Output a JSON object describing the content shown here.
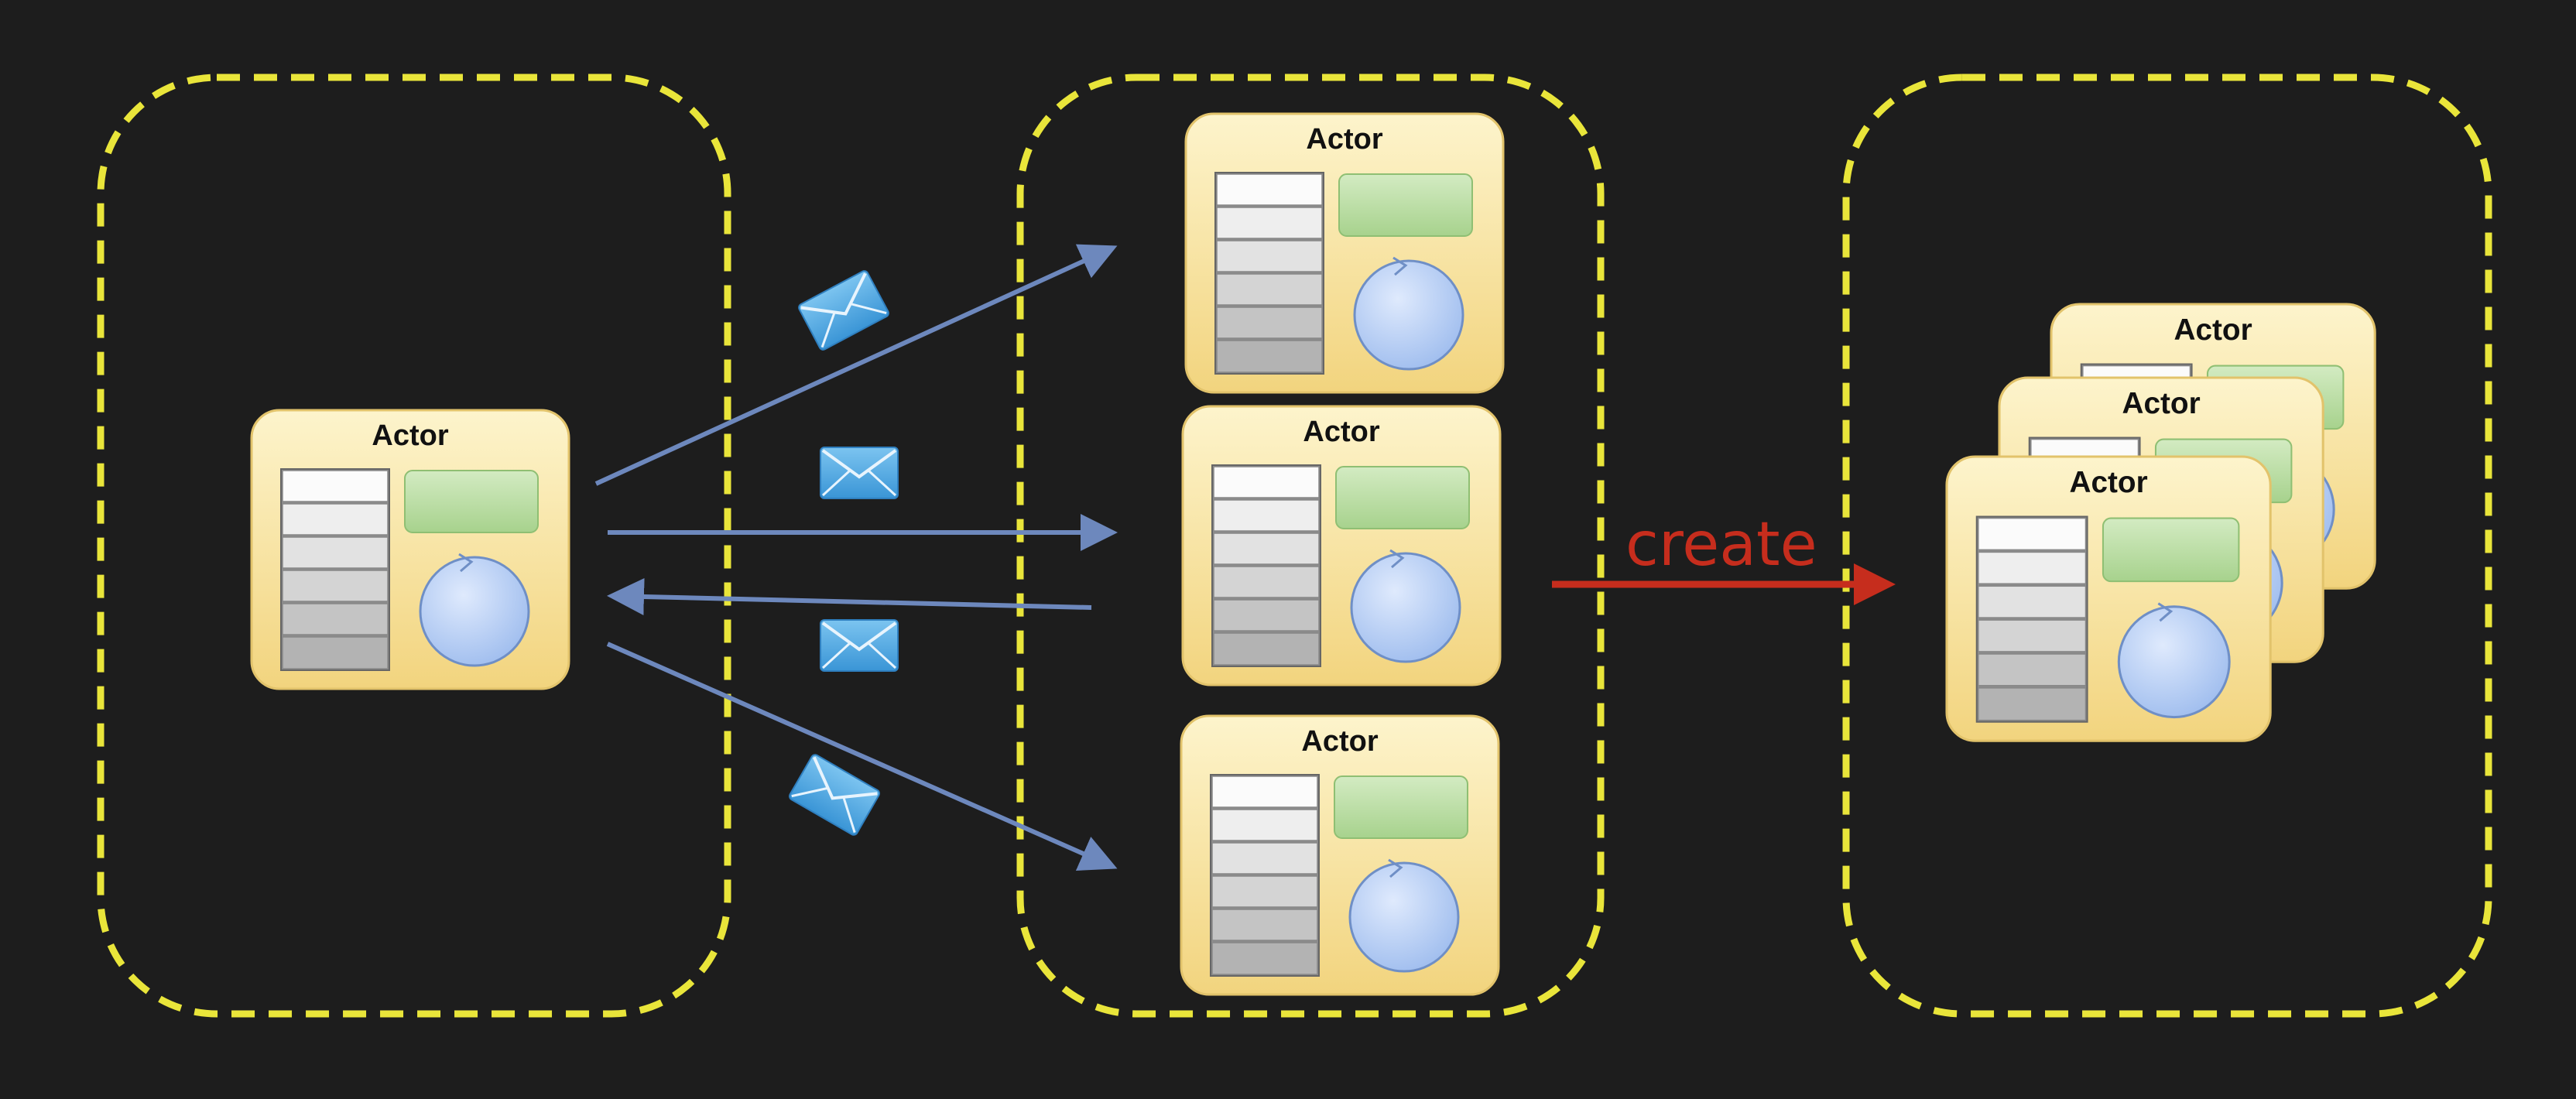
{
  "diagram": {
    "background_color": "#1d1d1d",
    "zone_border_color": "#e9e53a",
    "arrow_color": "#6d88bd",
    "create_arrow_color": "#c62d1d",
    "envelope_color": "#4ea9e2",
    "actor": {
      "title": "Actor",
      "card_color": "#f7e3a0",
      "state_color": "#b8dba0",
      "loop_color": "#adc8f2",
      "icons": [
        "mailbox-icon",
        "state-icon",
        "behavior-loop-icon"
      ]
    },
    "create_label": "create",
    "zones": [
      {
        "id": "sender-zone",
        "actors": [
          "Actor"
        ]
      },
      {
        "id": "receivers-zone",
        "actors": [
          "Actor",
          "Actor",
          "Actor"
        ]
      },
      {
        "id": "created-zone",
        "actors": [
          "Actor",
          "Actor",
          "Actor"
        ]
      }
    ]
  }
}
